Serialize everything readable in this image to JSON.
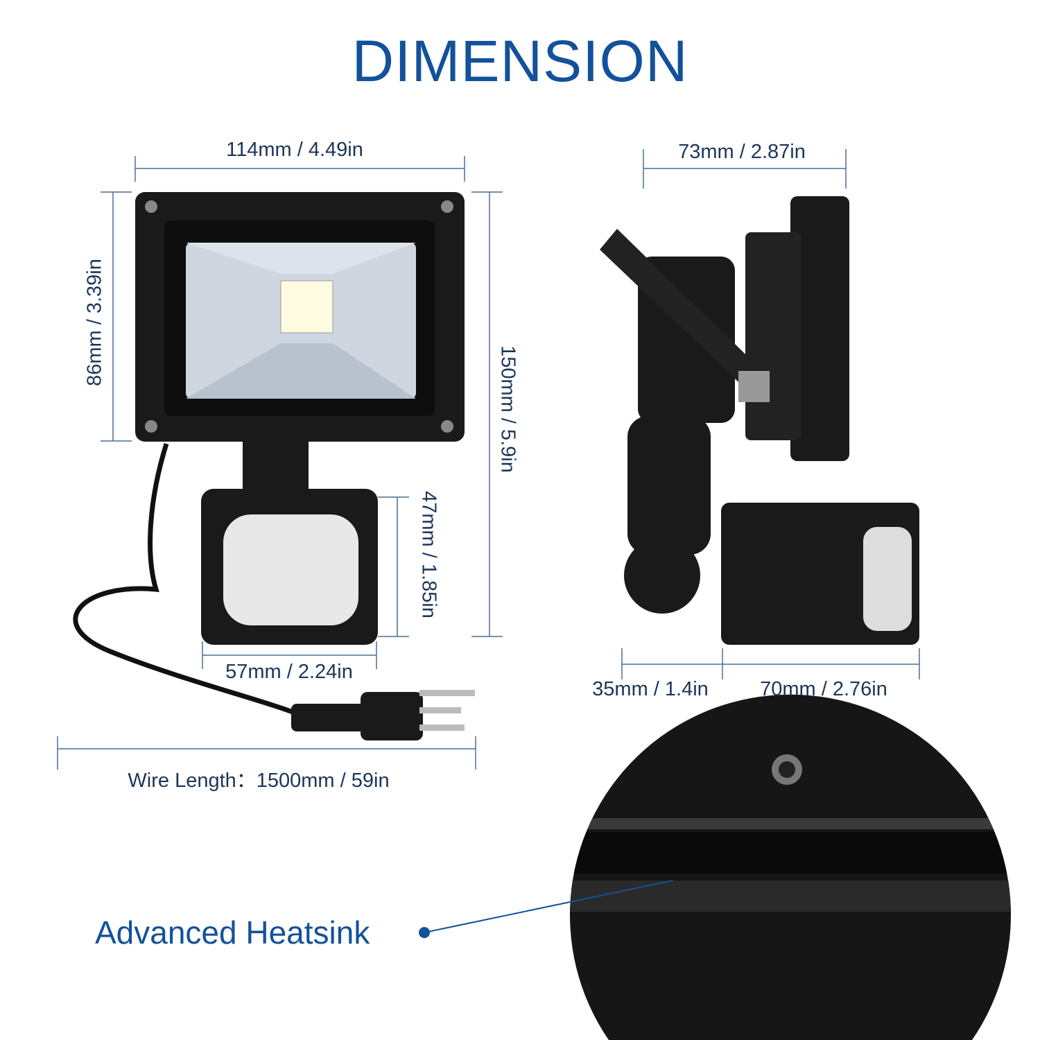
{
  "title": "DIMENSION",
  "front_view": {
    "width_label": "114mm / 4.49in",
    "lamp_height_label": "86mm / 3.39in",
    "total_height_label": "150mm / 5.9in",
    "sensor_height_label": "47mm / 1.85in",
    "sensor_width_label": "57mm / 2.24in",
    "wire_length_label": "Wire Length：1500mm / 59in"
  },
  "side_view": {
    "depth_label": "73mm / 2.87in",
    "bracket_label": "35mm / 1.4in",
    "sensor_depth_label": "70mm / 2.76in"
  },
  "feature": {
    "label": "Advanced Heatsink"
  },
  "colors": {
    "title": "#13519a",
    "dimension_text": "#1c3558",
    "product": "#1a1a1a"
  }
}
